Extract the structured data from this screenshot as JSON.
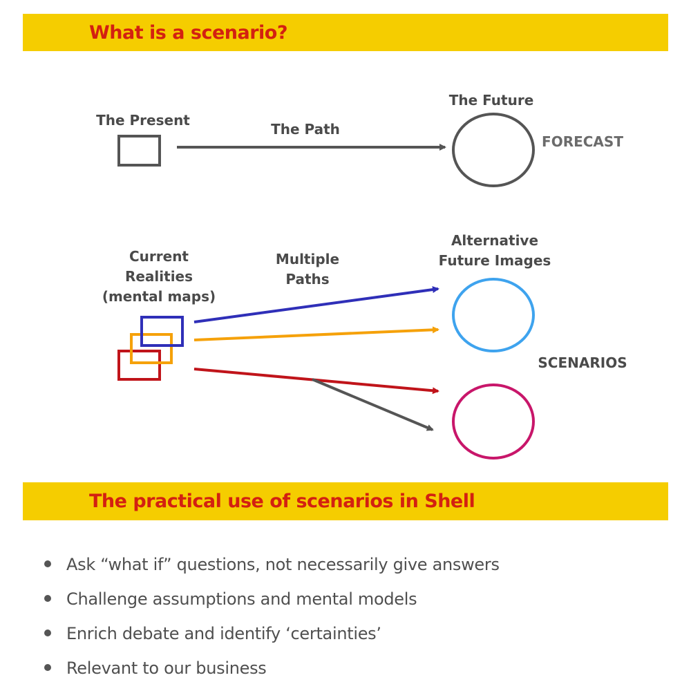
{
  "header": {
    "title": "What is a scenario?"
  },
  "diagram": {
    "present_label": "The Present",
    "path_label": "The Path",
    "future_label": "The Future",
    "forecast_label": "FORECAST",
    "current_label_lines": [
      "Current",
      "Realities",
      "(mental maps)"
    ],
    "multiple_label_lines": [
      "Multiple",
      "Paths"
    ],
    "alternative_label_lines": [
      "Alternative",
      "Future Images"
    ],
    "scenarios_label": "SCENARIOS",
    "colors": {
      "gray": "#555555",
      "blue": "#2f2fb8",
      "orange": "#f5a10a",
      "red": "#c0141a",
      "light_blue": "#3ea3ee",
      "magenta": "#c8166a"
    }
  },
  "section": {
    "title": "The practical use of scenarios in Shell"
  },
  "bullets": [
    "Ask “what if” questions, not necessarily give answers",
    "Challenge assumptions and mental models",
    "Enrich debate and identify ‘certainties’",
    "Relevant to our business"
  ],
  "theme": {
    "banner": "#f5cd00",
    "title_red": "#d32011"
  }
}
